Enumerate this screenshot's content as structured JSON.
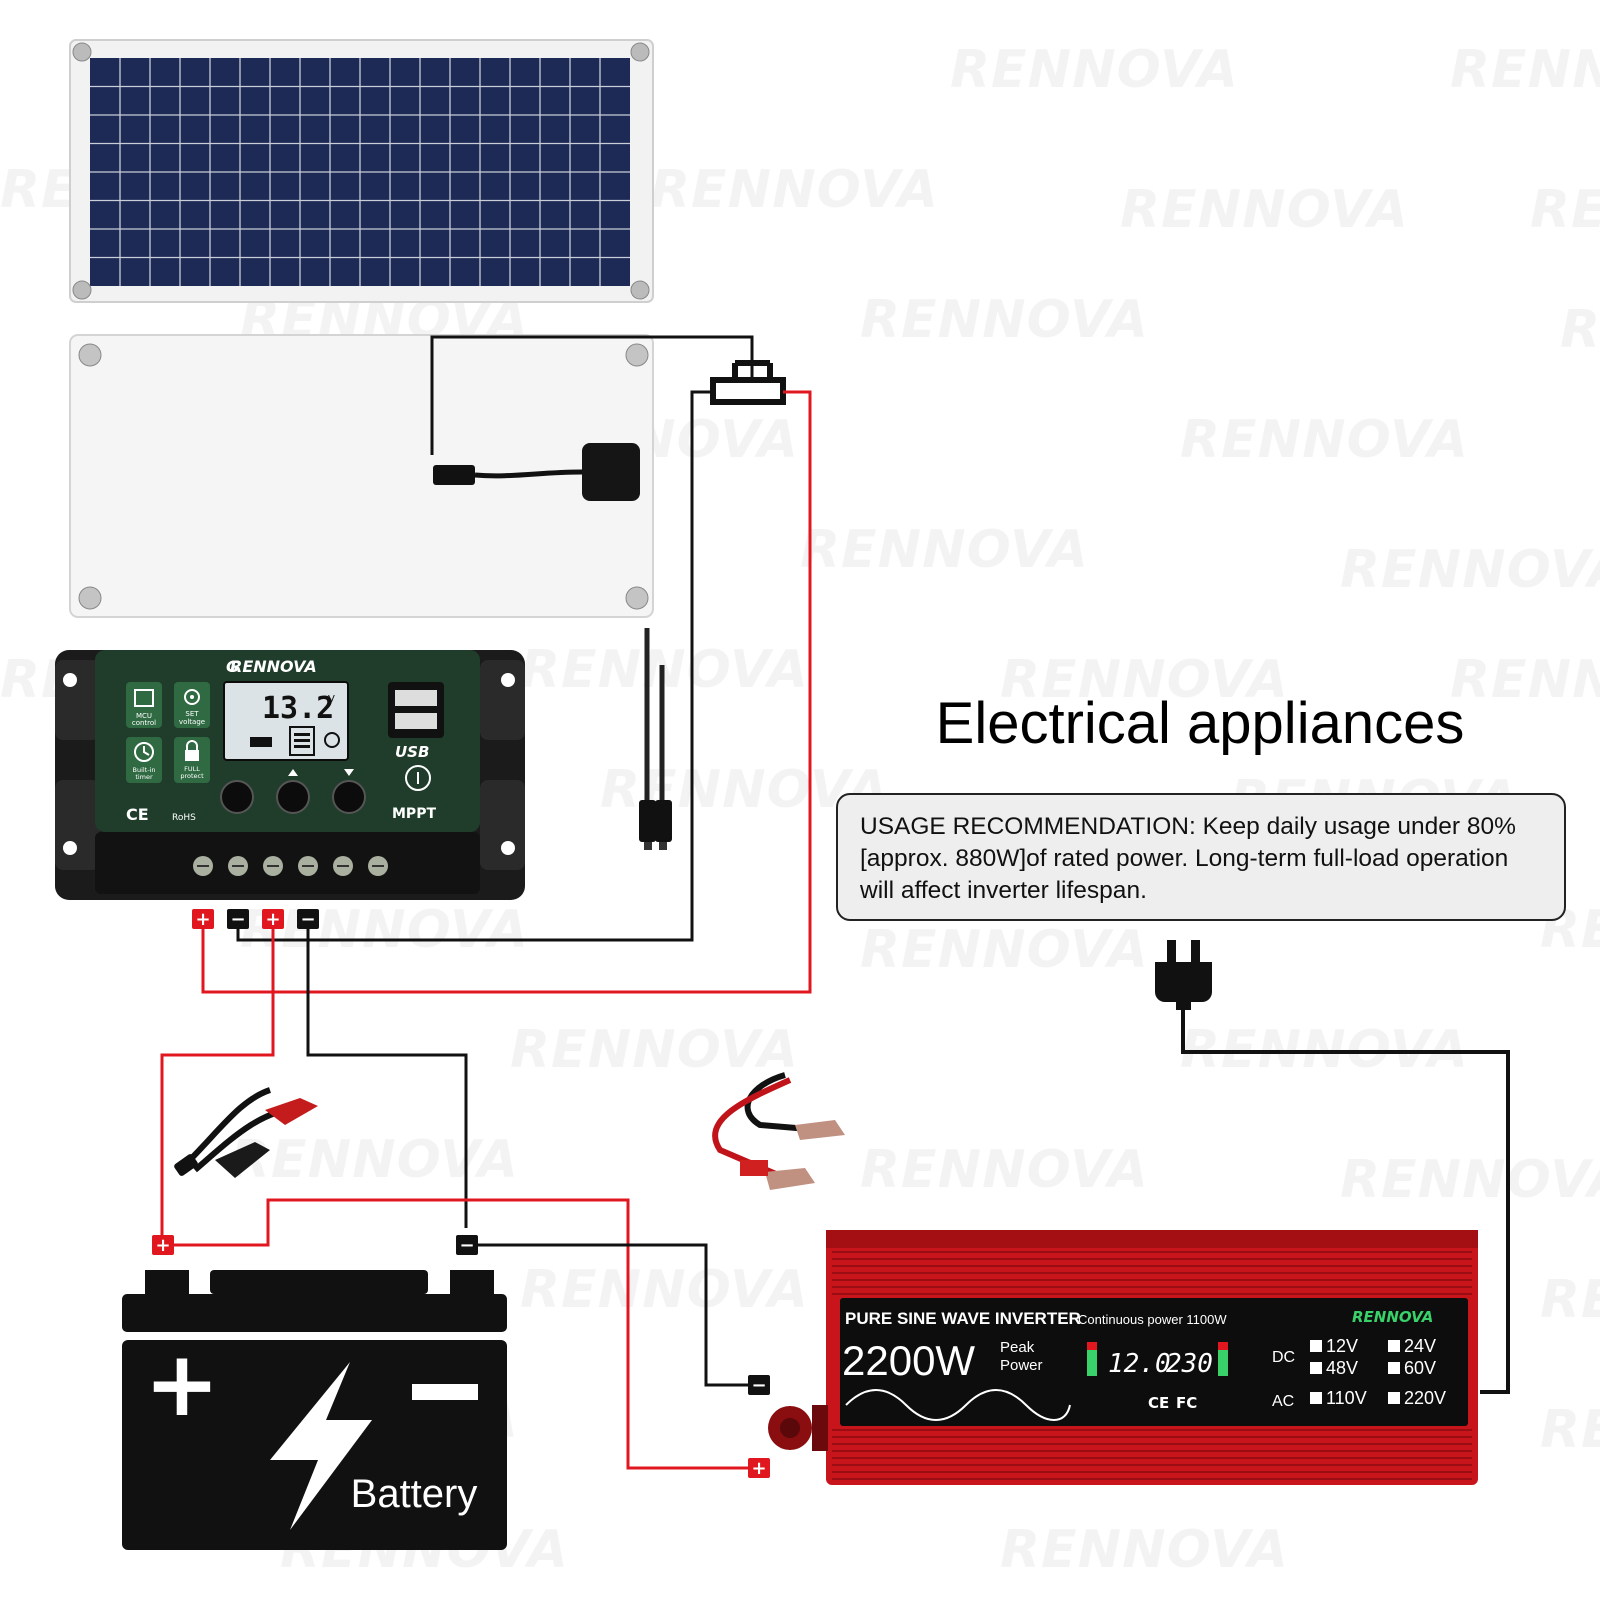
{
  "brand": "RENNOVA",
  "watermark_text": "RENNOVA",
  "heading": "Electrical appliances",
  "usage": {
    "label": "USAGE RECOMMENDATION:",
    "text": "Keep daily usage under 80% [approx. 880W]of rated power. Long-term full-load operation will affect inverter lifespan."
  },
  "controller": {
    "brand": "RENNOVA",
    "lcd_value": "13.2",
    "lcd_unit": "V",
    "buttons": [
      {
        "label": "MCU control",
        "icon": "chip-icon"
      },
      {
        "label": "SET voltage",
        "icon": "gear-icon"
      },
      {
        "label": "Built-in timer",
        "icon": "clock-icon"
      },
      {
        "label": "FULL protect",
        "icon": "lock-icon"
      }
    ],
    "usb_label": "USB",
    "mppt_label": "MPPT",
    "ce_label": "CE",
    "rohs_label": "RoHS"
  },
  "terminals": [
    "+",
    "−",
    "+",
    "−"
  ],
  "battery": {
    "label": "Battery",
    "plus": "+",
    "minus": "−"
  },
  "battery_terminals": {
    "plus": "+",
    "minus": "−"
  },
  "inverter_terminals": {
    "minus": "−",
    "plus": "+"
  },
  "inverter": {
    "title": "PURE SINE WAVE INVERTER",
    "continuous": "Continuous power 1100W",
    "peak_value": "2200W",
    "peak_label_1": "Peak",
    "peak_label_2": "Power",
    "display_dc": "12.0",
    "display_ac": "230",
    "brand": "RENNOVA",
    "dc_label": "DC",
    "ac_label": "AC",
    "dc_options": [
      "12V",
      "24V",
      "48V",
      "60V"
    ],
    "ac_options": [
      "110V",
      "220V"
    ],
    "cert_labels": [
      "CE",
      "FC"
    ]
  },
  "colors": {
    "wire_red": "#e0171f",
    "wire_black": "#111111",
    "inverter_red": "#c8141b",
    "controller_green": "#1f3d2a",
    "solar_cell": "#1d2a55"
  }
}
